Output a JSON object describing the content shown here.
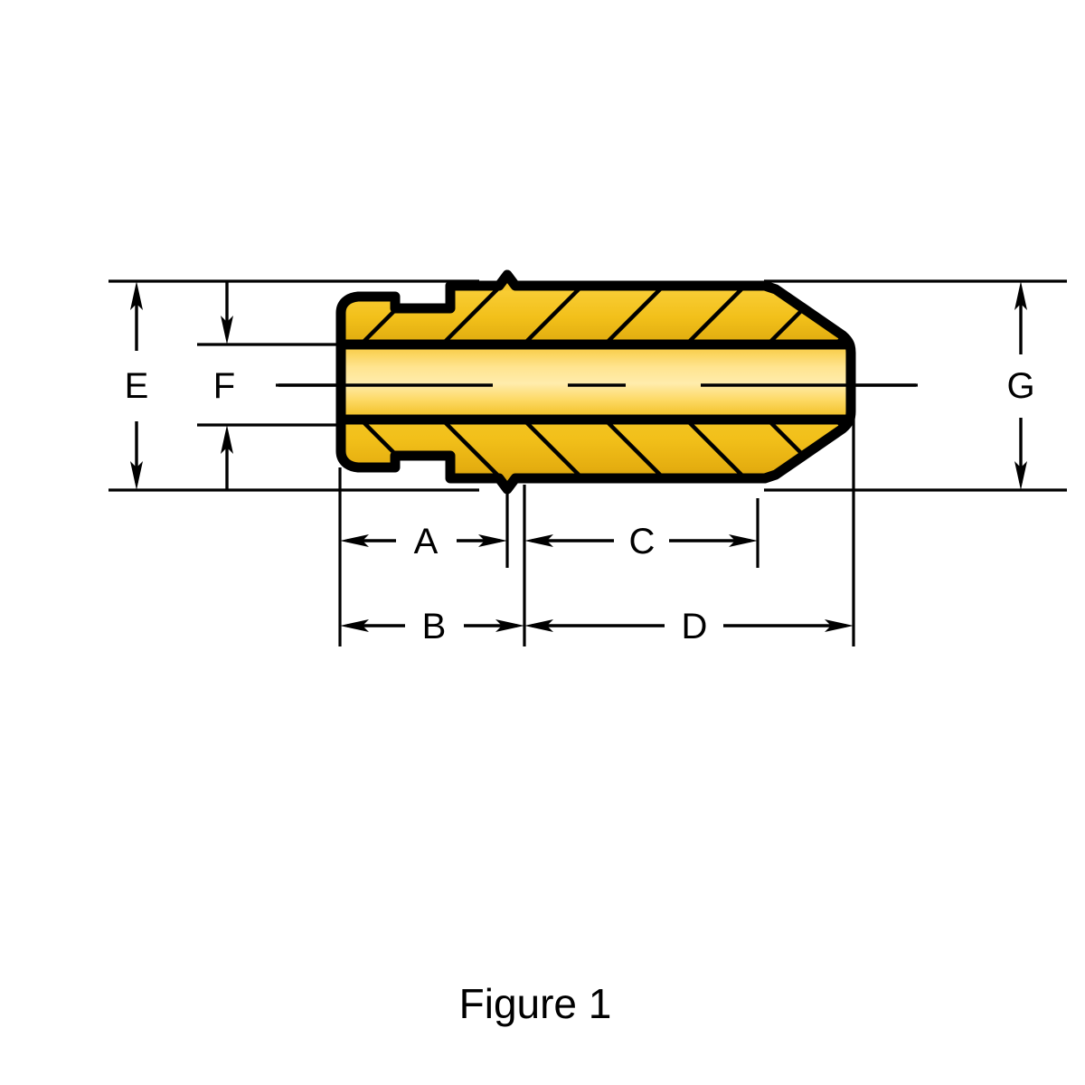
{
  "figure": {
    "caption": "Figure 1",
    "title": "Figure 1"
  },
  "dimensions": {
    "vertical": [
      {
        "id": "E",
        "label": "E",
        "orientation": "vertical",
        "side": "left",
        "arrow_style": "outward"
      },
      {
        "id": "F",
        "label": "F",
        "orientation": "vertical",
        "side": "left",
        "arrow_style": "inward"
      },
      {
        "id": "G",
        "label": "G",
        "orientation": "vertical",
        "side": "right",
        "arrow_style": "outward"
      }
    ],
    "horizontal": [
      {
        "id": "A",
        "label": "A",
        "orientation": "horizontal",
        "row": "upper",
        "arrow_style": "outward"
      },
      {
        "id": "C",
        "label": "C",
        "orientation": "horizontal",
        "row": "upper",
        "arrow_style": "inward"
      },
      {
        "id": "B",
        "label": "B",
        "orientation": "horizontal",
        "row": "lower",
        "arrow_style": "outward"
      },
      {
        "id": "D",
        "label": "D",
        "orientation": "horizontal",
        "row": "lower",
        "arrow_style": "inward"
      }
    ]
  },
  "part": {
    "name": "sectioned-bushing",
    "section_view": true,
    "hatching": "diagonal",
    "colors": {
      "outline": "#000000",
      "metal_light": "#FFE084",
      "metal_mid": "#F5C11E",
      "metal_dark": "#D9A60E",
      "background": "#FFFFFF"
    }
  },
  "annotations": {
    "centerline_style": "dashed-axis",
    "leader_lines": [
      "F-leader",
      "G-leader"
    ]
  }
}
